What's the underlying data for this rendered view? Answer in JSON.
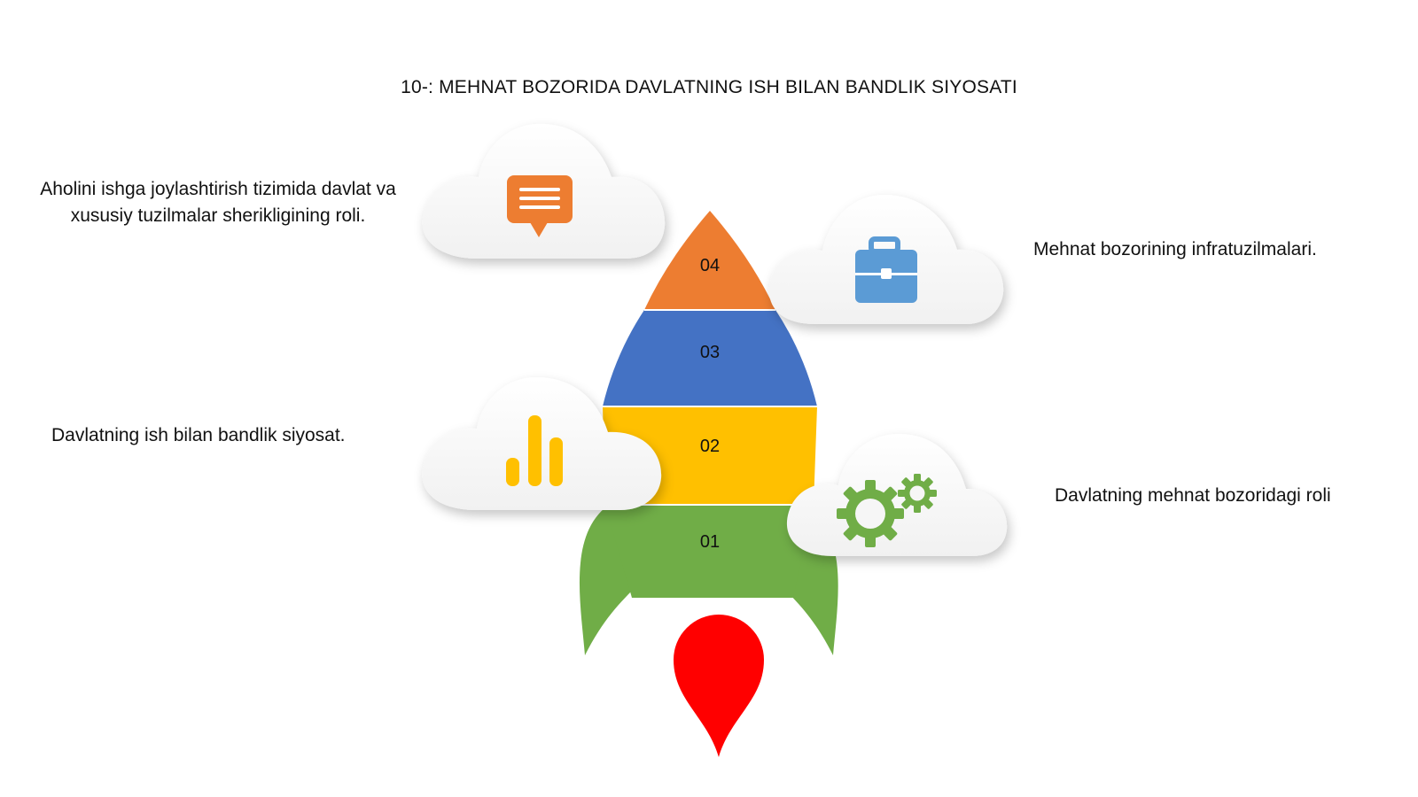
{
  "title": "10-: MEHNAT BOZORIDA DAVLATNING ISH BILAN BANDLIK SIYOSATI",
  "stages": [
    {
      "number": "01",
      "color": "#70ad47"
    },
    {
      "number": "02",
      "color": "#ffc000"
    },
    {
      "number": "03",
      "color": "#4472c4"
    },
    {
      "number": "04",
      "color": "#ed7d31"
    }
  ],
  "captions": {
    "top_left": "Aholini ishga joylashtirish tizimida davlat va xususiy tuzilmalar sherikligining roli.",
    "top_right": "Mehnat bozorining infratuzilmalari.",
    "middle_left": "Davlatning ish bilan bandlik siyosat.",
    "bottom_right": "Davlatning mehnat bozoridagi roli"
  },
  "icons": {
    "top_left": "chat-bubble-icon",
    "top_right": "briefcase-icon",
    "middle_left": "bar-chart-icon",
    "bottom_right": "gears-icon"
  },
  "colors": {
    "fins": "#70ad47",
    "flame": "#ff0000",
    "chat_icon": "#ed7d31",
    "briefcase_icon": "#5b9bd5",
    "chart_icon": "#ffc000",
    "gears_icon": "#70ad47"
  }
}
